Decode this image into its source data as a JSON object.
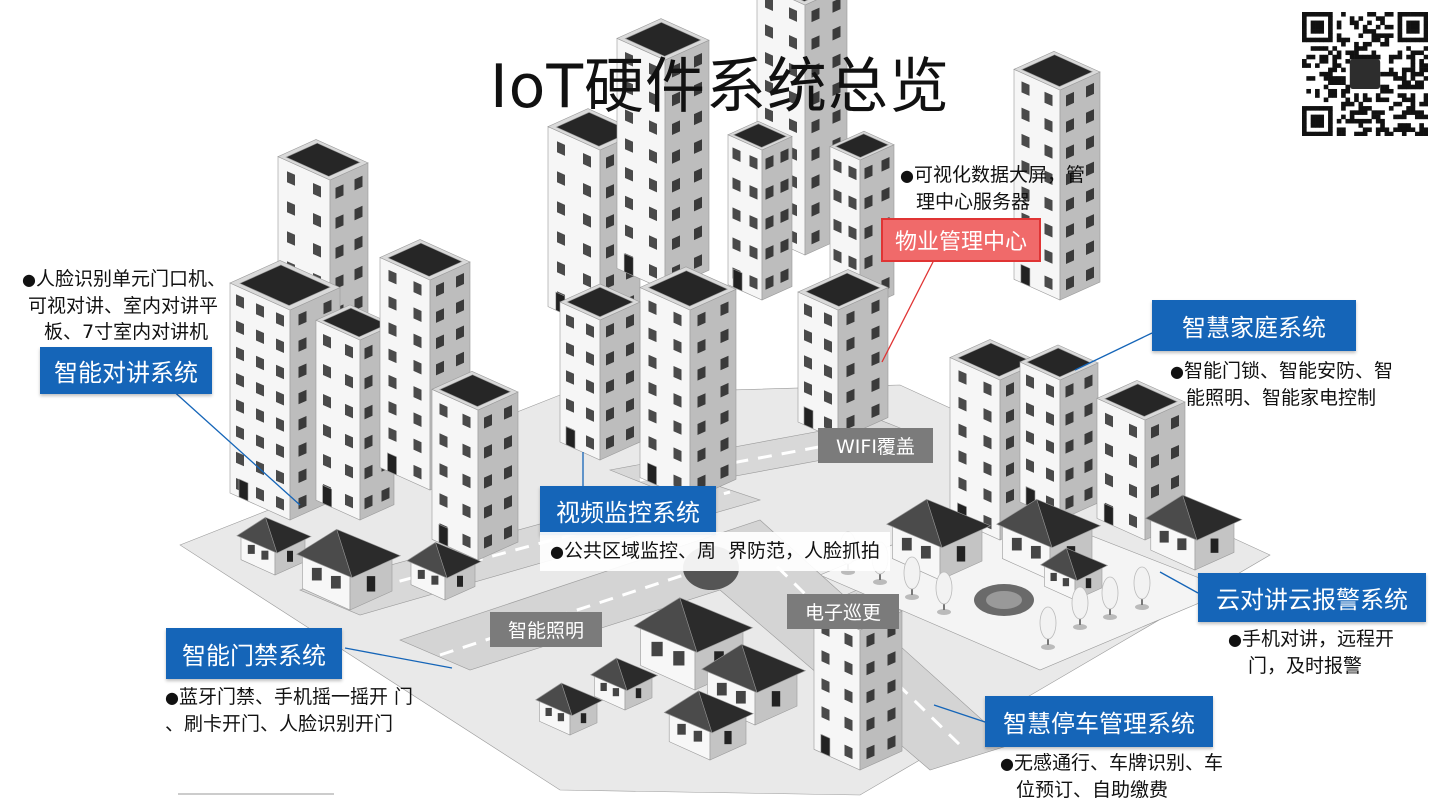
{
  "page": {
    "title": "IoT硬件系统总览"
  },
  "systems": {
    "intercom": {
      "label": "智能对讲系统",
      "desc": [
        "人脸识别单元门口机、",
        "可视对讲、室内对讲平",
        "板、7寸室内对讲机"
      ]
    },
    "property": {
      "label": "物业管理中心",
      "desc": [
        "可视化数据大屏，管",
        "理中心服务器"
      ]
    },
    "home": {
      "label": "智慧家庭系统",
      "desc": [
        "智能门锁、智能安防、智",
        "能照明、智能家电控制"
      ]
    },
    "video": {
      "label": "视频监控系统",
      "desc": [
        "公共区域监控、周",
        "界防范，人脸抓拍"
      ]
    },
    "cloud": {
      "label": "云对讲云报警系统",
      "desc": [
        "手机对讲，远程开",
        "门，及时报警"
      ]
    },
    "access": {
      "label": "智能门禁系统",
      "desc": [
        "蓝牙门禁、手机摇一摇开 门",
        "、刷卡开门、人脸识别开门"
      ]
    },
    "parking": {
      "label": "智慧停车管理系统",
      "desc": [
        "无感通行、车牌识别、车",
        "位预订、自助缴费"
      ]
    }
  },
  "tags": {
    "wifi": "WIFI覆盖",
    "lighting": "智能照明",
    "patrol": "电子巡更"
  },
  "colors": {
    "accent": "#1565b8",
    "highlight": "#f06a6a",
    "tag": "#7b7b7b"
  },
  "icons": {
    "qr": "qr-code-icon",
    "bullet": "bullet-dot-icon"
  }
}
